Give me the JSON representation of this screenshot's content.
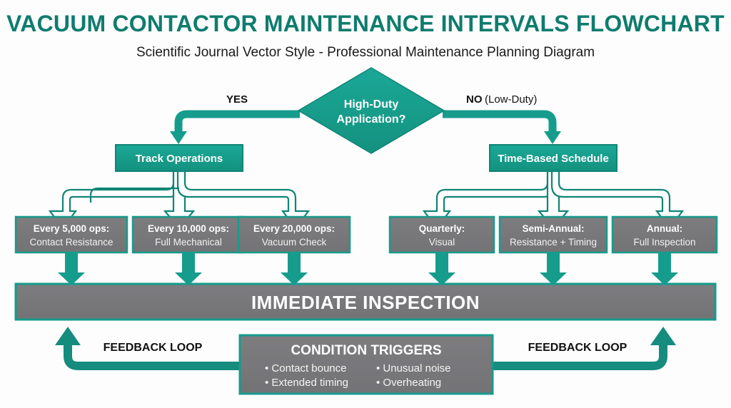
{
  "header": {
    "title": "VACUUM CONTACTOR MAINTENANCE INTERVALS FLOWCHART",
    "subtitle": "Scientific Journal Vector Style - Professional Maintenance Planning Diagram"
  },
  "colors": {
    "background": "#FDFDFD",
    "teal": "#169C8C",
    "teal_dark": "#0E7C6E",
    "teal_stroke": "#0F8576",
    "gray_fill": "#78787B",
    "gray_stroke": "#169C8C",
    "text_dark": "#111111",
    "text_light": "#FFFFFF"
  },
  "decision": {
    "line1": "High-Duty",
    "line2": "Application?"
  },
  "edges": {
    "yes_label": "YES",
    "no_label_bold": "NO",
    "no_label_rest": "(Low-Duty)"
  },
  "branches": [
    {
      "id": "track-operations",
      "label": "Track Operations"
    },
    {
      "id": "time-based-schedule",
      "label": "Time-Based Schedule"
    }
  ],
  "intervals_left": [
    {
      "id": "every-5000-ops",
      "head": "Every 5,000 ops:",
      "sub": "Contact Resistance"
    },
    {
      "id": "every-10000-ops",
      "head": "Every 10,000 ops:",
      "sub": "Full Mechanical"
    },
    {
      "id": "every-20000-ops",
      "head": "Every 20,000 ops:",
      "sub": "Vacuum Check"
    }
  ],
  "intervals_right": [
    {
      "id": "quarterly",
      "head": "Quarterly:",
      "sub": "Visual"
    },
    {
      "id": "semi-annual",
      "head": "Semi-Annual:",
      "sub": "Resistance + Timing"
    },
    {
      "id": "annual",
      "head": "Annual:",
      "sub": "Full Inspection"
    }
  ],
  "inspection_bar": {
    "label": "IMMEDIATE INSPECTION"
  },
  "condition_triggers": {
    "title": "CONDITION TRIGGERS",
    "items_col1": [
      "• Contact bounce",
      "• Extended timing"
    ],
    "items_col2": [
      "• Unusual noise",
      "• Overheating"
    ]
  },
  "feedback": {
    "left_label": "FEEDBACK LOOP",
    "right_label": "FEEDBACK LOOP"
  }
}
